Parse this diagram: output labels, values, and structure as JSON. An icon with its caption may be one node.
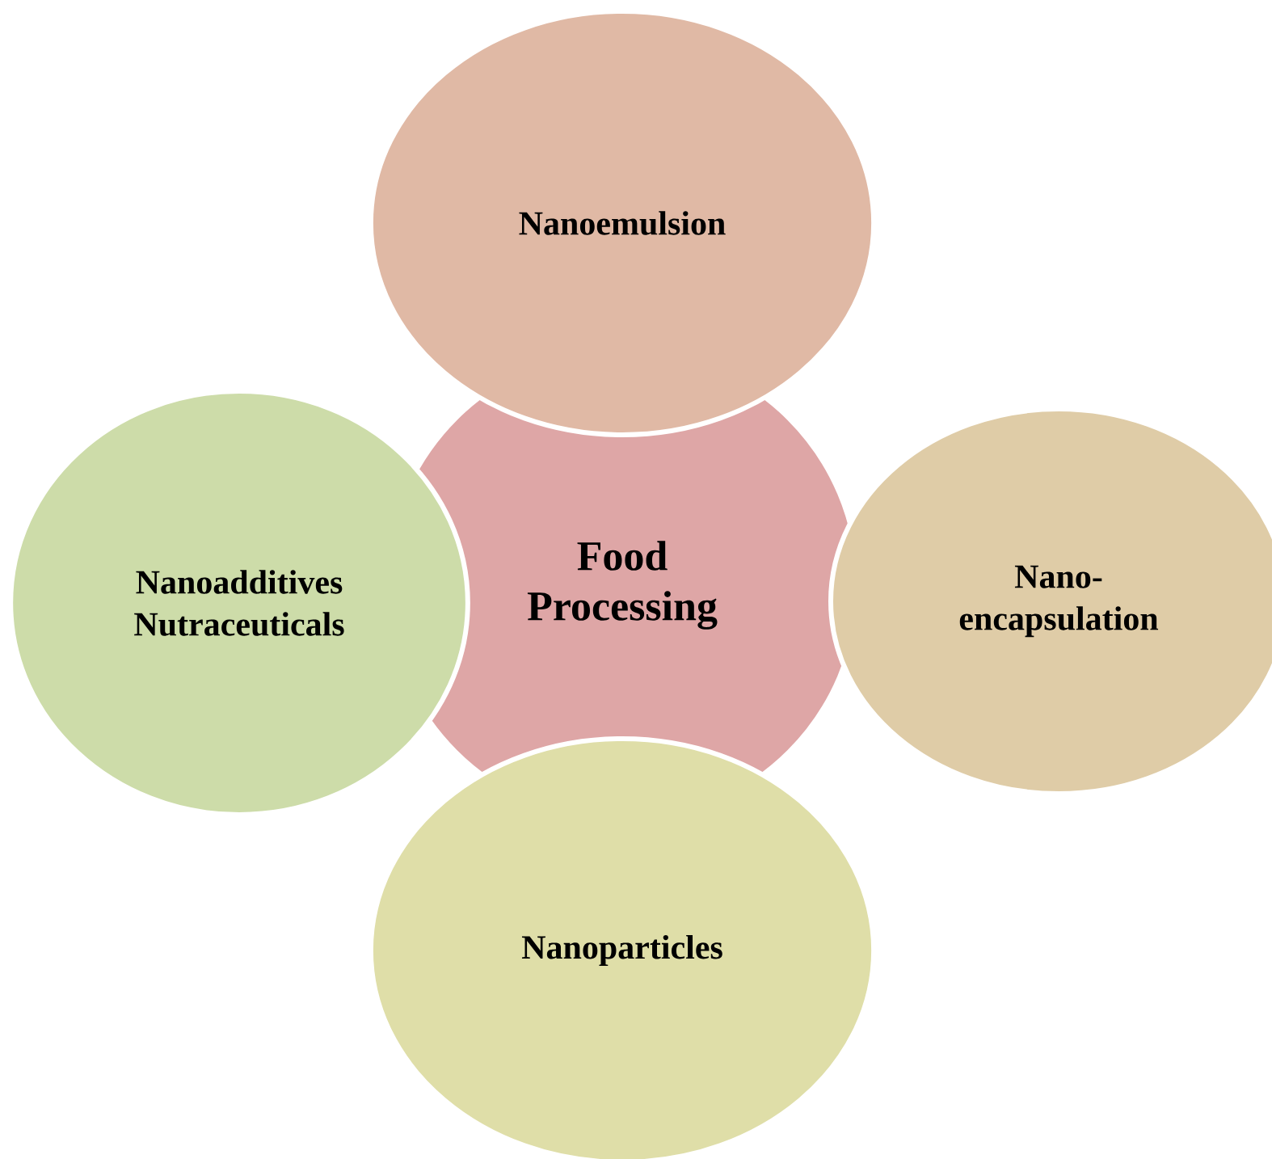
{
  "diagram": {
    "nodes": [
      {
        "text": [
          "Nanoemulsion"
        ]
      },
      {
        "text": [
          "Nanoadditives Nutraceuticals"
        ]
      },
      {
        "text": [
          "Food Processing"
        ]
      },
      {
        "text": [
          "Nano- encapsulation"
        ]
      },
      {
        "text": [
          "Nanoparticles"
        ]
      }
    ]
  }
}
